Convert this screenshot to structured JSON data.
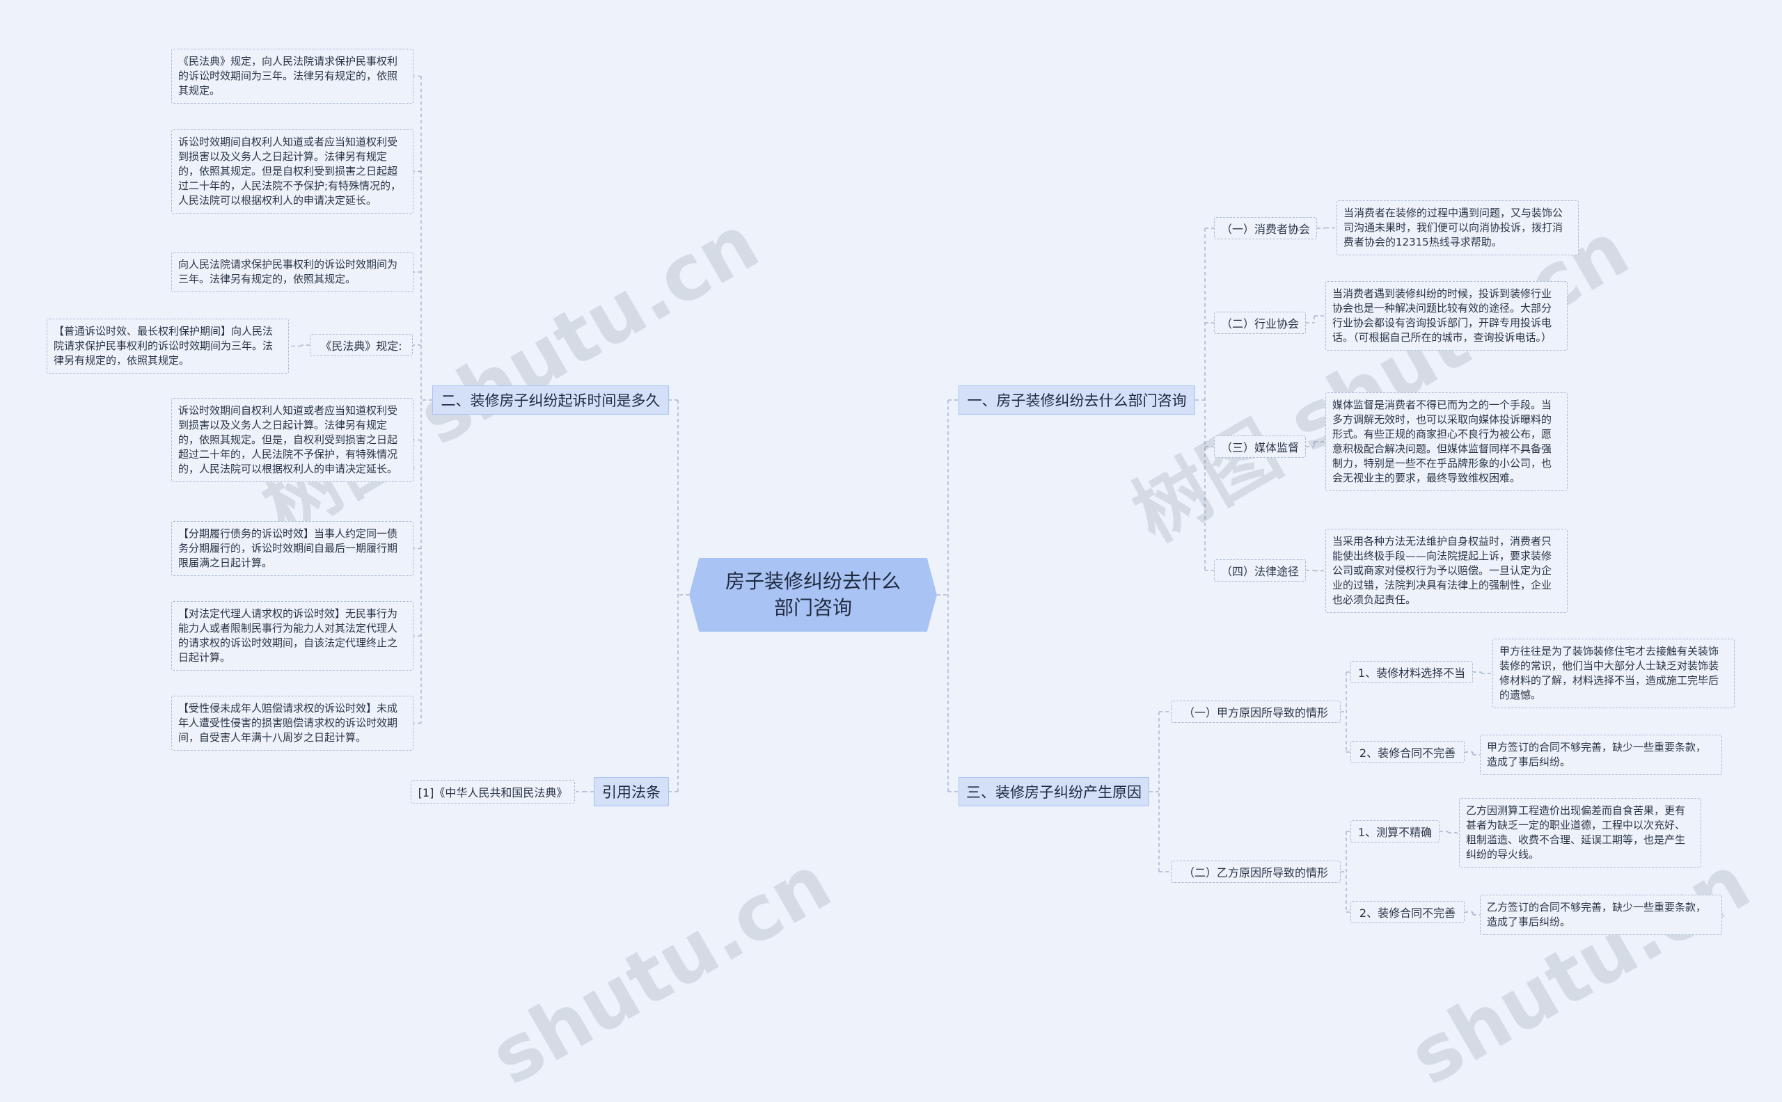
{
  "center": {
    "title": "房子装修纠纷去什么部门咨询"
  },
  "branches": {
    "left_time": "二、装修房子纠纷起诉时间是多久",
    "left_law": "引用法条",
    "right_dept": "一、房子装修纠纷去什么部门咨询",
    "right_cause": "三、装修房子纠纷产生原因"
  },
  "left_time_leaves": [
    "《民法典》规定，向人民法院请求保护民事权利的诉讼时效期间为三年。法律另有规定的，依照其规定。",
    "诉讼时效期间自权利人知道或者应当知道权利受到损害以及义务人之日起计算。法律另有规定的，依照其规定。但是自权利受到损害之日起超过二十年的，人民法院不予保护;有特殊情况的，人民法院可以根据权利人的申请决定延长。",
    "向人民法院请求保护民事权利的诉讼时效期间为三年。法律另有规定的，依照其规定。",
    "《民法典》规定:",
    "诉讼时效期间自权利人知道或者应当知道权利受到损害以及义务人之日起计算。法律另有规定的，依照其规定。但是，自权利受到损害之日起超过二十年的，人民法院不予保护，有特殊情况的，人民法院可以根据权利人的申请决定延长。",
    "【分期履行债务的诉讼时效】当事人约定同一债务分期履行的，诉讼时效期间自最后一期履行期限届满之日起计算。",
    "【对法定代理人请求权的诉讼时效】无民事行为能力人或者限制民事行为能力人对其法定代理人的请求权的诉讼时效期间，自该法定代理终止之日起计算。",
    "【受性侵未成年人赔偿请求权的诉讼时效】未成年人遭受性侵害的损害赔偿请求权的诉讼时效期间，自受害人年满十八周岁之日起计算。"
  ],
  "left_time_subleaf": "【普通诉讼时效、最长权利保护期间】向人民法院请求保护民事权利的诉讼时效期间为三年。法律另有规定的，依照其规定。",
  "left_law_leaf": "[1]《中华人民共和国民法典》",
  "right_dept_items": [
    {
      "label": "（一）消费者协会",
      "text": "当消费者在装修的过程中遇到问题，又与装饰公司沟通未果时，我们便可以向消协投诉，拨打消费者协会的12315热线寻求帮助。"
    },
    {
      "label": "（二）行业协会",
      "text": "当消费者遇到装修纠纷的时候，投诉到装修行业协会也是一种解决问题比较有效的途径。大部分行业协会都设有咨询投诉部门，开辟专用投诉电话。（可根据自己所在的城市，查询投诉电话。）"
    },
    {
      "label": "（三）媒体监督",
      "text": "媒体监督是消费者不得已而为之的一个手段。当多方调解无效时，也可以采取向媒体投诉曝料的形式。有些正规的商家担心不良行为被公布，愿意积极配合解决问题。但媒体监督同样不具备强制力，特别是一些不在乎品牌形象的小公司，也会无视业主的要求，最终导致维权困难。"
    },
    {
      "label": "（四）法律途径",
      "text": "当采用各种方法无法维护自身权益时，消费者只能使出终极手段——向法院提起上诉，要求装修公司或商家对侵权行为予以赔偿。一旦认定为企业的过错，法院判决具有法律上的强制性，企业也必须负起责任。"
    }
  ],
  "right_cause_groups": [
    {
      "label": "（一）甲方原因所导致的情形",
      "items": [
        {
          "label": "1、装修材料选择不当",
          "text": "甲方往往是为了装饰装修住宅才去接触有关装饰装修的常识，他们当中大部分人士缺乏对装饰装修材料的了解，材料选择不当，造成施工完毕后的遗憾。"
        },
        {
          "label": "2、装修合同不完善",
          "text": "甲方签订的合同不够完善，缺少一些重要条款，造成了事后纠纷。"
        }
      ]
    },
    {
      "label": "（二）乙方原因所导致的情形",
      "items": [
        {
          "label": "1、测算不精确",
          "text": "乙方因测算工程造价出现偏差而自食苦果，更有甚者为缺乏一定的职业道德，工程中以次充好、粗制滥造、收费不合理、延误工期等，也是产生纠纷的导火线。"
        },
        {
          "label": "2、装修合同不完善",
          "text": "乙方签订的合同不够完善，缺少一些重要条款，造成了事后纠纷。"
        }
      ]
    }
  ],
  "watermark": [
    "树图 shutu.cn",
    "树图 shutu.cn",
    "shutu.cn",
    "shutu.cn"
  ]
}
